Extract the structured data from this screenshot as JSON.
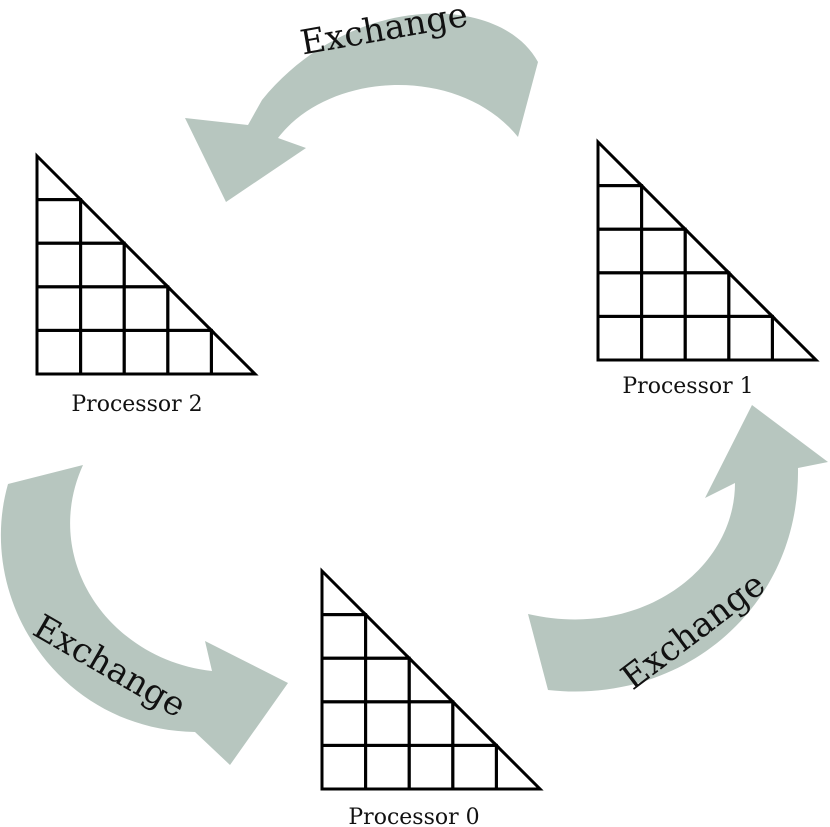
{
  "arrows": [
    {
      "id": "top",
      "label": "Exchange"
    },
    {
      "id": "bottom-left",
      "label": "Exchange"
    },
    {
      "id": "bottom-right",
      "label": "Exchange"
    }
  ],
  "processors": [
    {
      "id": "p0",
      "label": "Processor 0",
      "color": "#f6a7a7",
      "filled": [
        [
          0,
          0
        ],
        [
          2,
          0
        ],
        [
          3,
          0
        ],
        [
          3,
          3
        ],
        [
          4,
          2
        ]
      ]
    },
    {
      "id": "p1",
      "label": "Processor 1",
      "color": "#aee3da",
      "filled": [
        [
          1,
          0
        ],
        [
          2,
          1
        ],
        [
          3,
          1
        ],
        [
          4,
          0
        ],
        [
          4,
          4
        ]
      ]
    },
    {
      "id": "p2",
      "label": "Processor 2",
      "color": "#c9e6b0",
      "filled": [
        [
          1,
          1
        ],
        [
          2,
          2
        ],
        [
          3,
          2
        ],
        [
          4,
          1
        ],
        [
          4,
          3
        ]
      ]
    }
  ]
}
